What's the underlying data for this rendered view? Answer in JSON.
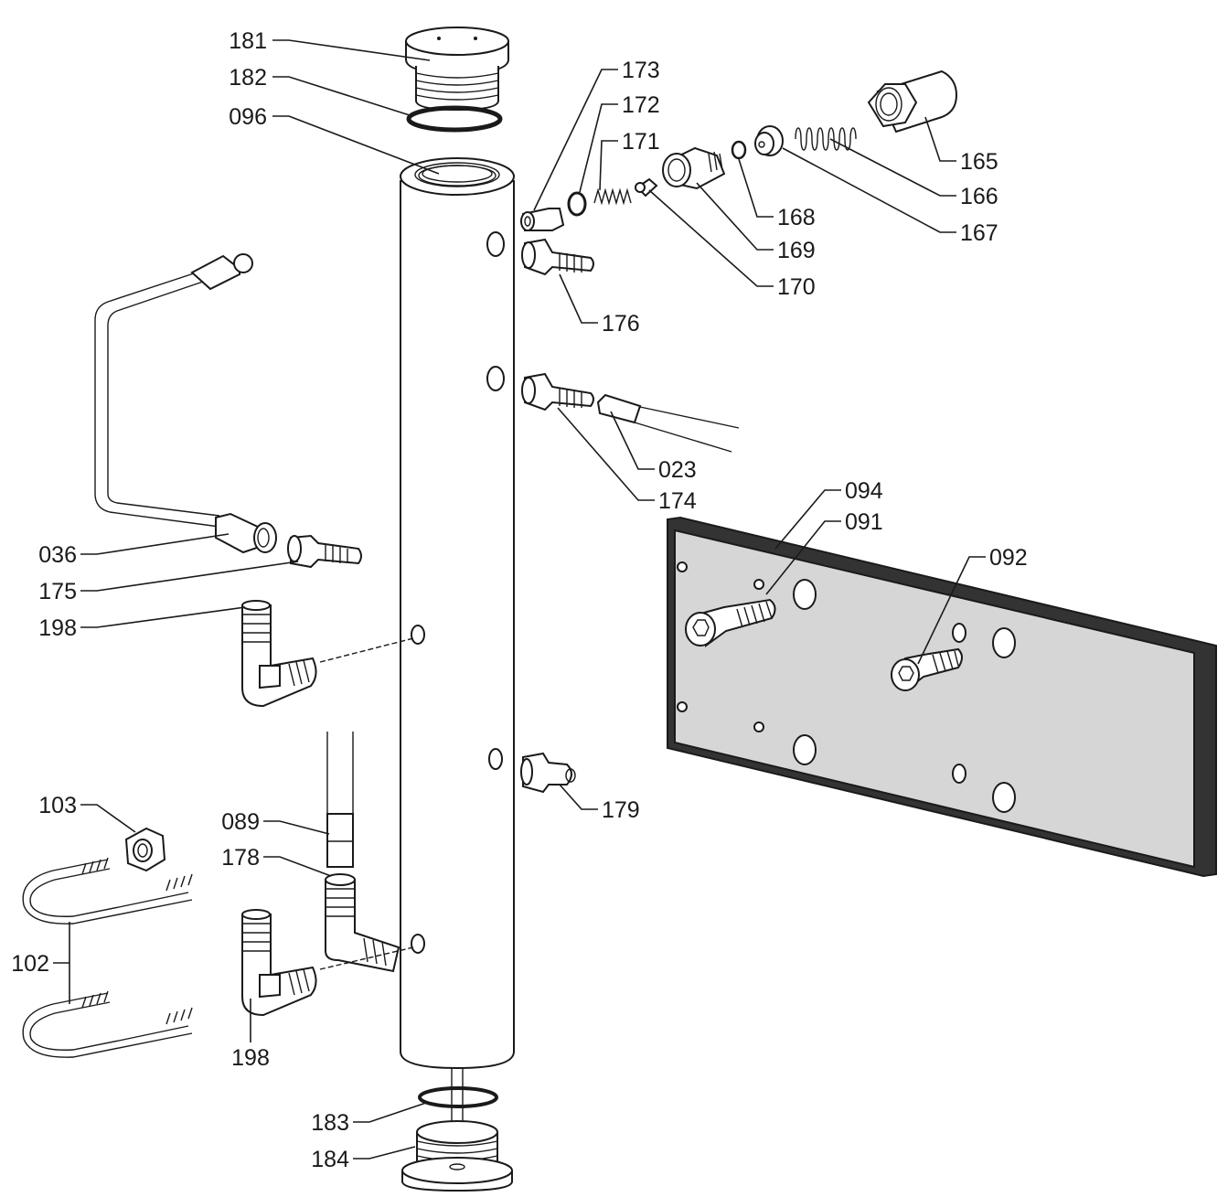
{
  "diagram": {
    "callouts": {
      "p181": "181",
      "p182": "182",
      "p096": "096",
      "p173": "173",
      "p172": "172",
      "p171": "171",
      "p165": "165",
      "p166": "166",
      "p168": "168",
      "p167": "167",
      "p169": "169",
      "p170": "170",
      "p176": "176",
      "p023": "023",
      "p174": "174",
      "p094": "094",
      "p091": "091",
      "p092": "092",
      "p036": "036",
      "p175": "175",
      "p198a": "198",
      "p179": "179",
      "p103": "103",
      "p089": "089",
      "p178": "178",
      "p102": "102",
      "p198b": "198",
      "p183": "183",
      "p184": "184"
    },
    "colors": {
      "line": "#1a1a1a",
      "plate_face": "#d6d6d6",
      "plate_edge": "#333333",
      "background": "#ffffff"
    }
  }
}
